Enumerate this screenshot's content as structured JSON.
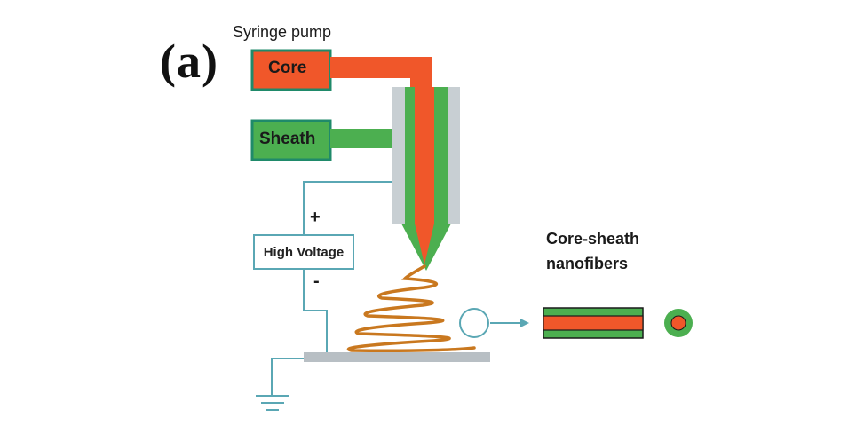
{
  "panel_label": "(a)",
  "pump": {
    "title": "Syringe pump",
    "core_label": "Core",
    "sheath_label": "Sheath"
  },
  "power": {
    "label": "High Voltage",
    "plus": "+",
    "minus": "-"
  },
  "product": {
    "line1": "Core-sheath",
    "line2": "nanofibers"
  },
  "colors": {
    "core": "#f0572a",
    "sheath": "#4caf50",
    "nozzle_gray": "#c8cfd3",
    "wire": "#5aa7b4",
    "collector": "#b8bfc4",
    "spiral": "#c9781f"
  }
}
